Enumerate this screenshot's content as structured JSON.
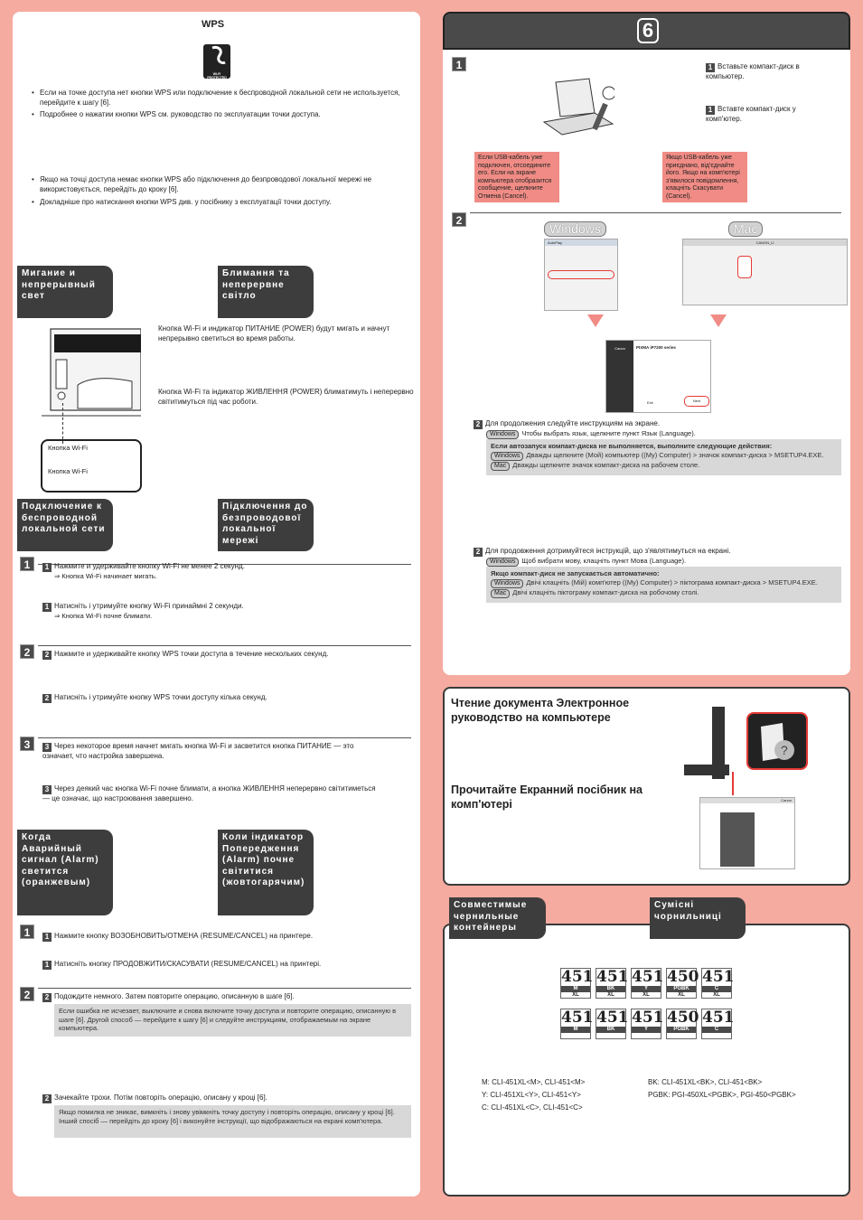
{
  "wps": {
    "title": "WPS",
    "logo_text": "WI-FI PROTECTED SETUP",
    "ru_bullets": [
      "Если на точке доступа нет кнопки WPS или подключение к беспроводной локальной сети не используется, перейдите к шагу [6].",
      "Подробнее о нажатии кнопки WPS см. руководство по эксплуатации точки доступа."
    ],
    "uk_bullets": [
      "Якщо на точці доступа немає кнопки WPS або підключення до безпроводової локальної мережі не використовується, перейдіть до кроку [6].",
      "Докладніше про натискання кнопки WPS див. у посібнику з експлуатації точки доступу."
    ]
  },
  "blink": {
    "tag_ru": "Мигание и непрерывный свет",
    "tag_uk": "Блимання та неперервне світло",
    "text_ru": "Кнопка Wi-Fi и индикатор ПИТАНИЕ (POWER) будут мигать и начнут непрерывно светиться во время работы.",
    "text_uk": "Кнопка Wi-Fi та індикатор ЖИВЛЕННЯ (POWER) блиматимуть і неперервно світитимуться під час роботи.",
    "label_ru": "Кнопка Wi-Fi",
    "label_uk": "Кнопка Wi-Fi"
  },
  "connect": {
    "tag_ru": "Подключение к беспроводной локальной сети",
    "tag_uk": "Підключення до безпроводової локальної мережі",
    "s1_ru": "Нажмите и удерживайте кнопку Wi-Fi не менее 2 секунд.",
    "s1_ru_sub": "Кнопка Wi-Fi начинает мигать.",
    "s1_uk": "Натисніть і утримуйте кнопку Wi-Fi принаймні 2 секунди.",
    "s1_uk_sub": "Кнопка Wi-Fi почне блимати.",
    "s2_ru": "Нажмите и удерживайте кнопку WPS точки доступа в течение нескольких секунд.",
    "s2_uk": "Натисніть і утримуйте кнопку WPS точки доступу кілька секунд.",
    "s3_ru": "Через некоторое время начнет мигать кнопка Wi-Fi и засветится кнопка ПИТАНИЕ — это означает, что настройка завершена.",
    "s3_uk": "Через деякий час кнопка Wi-Fi почне блимати, а кнопка ЖИВЛЕННЯ неперервно світитиметься — це означає, що настроювання завершено."
  },
  "alarm": {
    "tag_ru": "Когда Аварийный сигнал (Alarm) светится (оранжевым)",
    "tag_uk": "Коли індикатор Попередження (Alarm) почне світитися (жовтогарячим)",
    "s1_ru": "Нажмите кнопку ВОЗОБНОВИТЬ/ОТМЕНА (RESUME/CANCEL) на принтере.",
    "s1_uk": "Натисніть кнопку ПРОДОВЖИТИ/СКАСУВАТИ (RESUME/CANCEL) на принтері.",
    "s2_ru": "Подождите немного. Затем повторите операцию, описанную в шаге [6].",
    "s2_ru_note": "Если ошибка не исчезает, выключите и снова включите точку доступа и повторите операцию, описанную в шаге [6]. Другой способ — перейдите к шагу [6] и следуйте инструкциям, отображаемым на экране компьютера.",
    "s2_uk": "Зачекайте трохи. Потім повторіть операцію, описану у кроці [6].",
    "s2_uk_note": "Якщо помилка не зникає, вимкніть і знову увімкніть точку доступу і повторіть операцію, описану у кроці [6]. Інший спосіб — перейдіть до кроку [6] і виконуйте інструкції, що відображаються на екрані комп'ютера."
  },
  "step6": {
    "number": "6",
    "s1_ru": "Вставьте компакт-диск в компьютер.",
    "s1_uk": "Вставте компакт-диск у комп'ютер.",
    "usb_ru": "Если USB-кабель уже подключен, отсоедините его. Если на экране компьютера отобразится сообщение, щелкните Отмена (Cancel).",
    "usb_uk": "Якщо USB-кабель уже приєднано, від'єднайте його. Якщо на комп'ютері з'явилося повідомлення, клацніть Скасувати (Cancel).",
    "windows": "Windows",
    "mac": "Mac",
    "s2_ru": "Для продолжения следуйте инструкциям на экране.",
    "s2_ru_win": "Чтобы выбрать язык, щелкните пункт Язык (Language).",
    "s2_ru_box_title": "Если автозапуск компакт-диска не выполняется, выполните следующие действия:",
    "s2_ru_box_win": "Дважды щелкните (Мой) компьютер ((My) Computer) > значок компакт-диска > MSETUP4.EXE.",
    "s2_ru_box_mac": "Дважды щелкните значок компакт-диска на рабочем столе.",
    "s2_uk": "Для продовження дотримуйтеся інструкцій, що з'являтимуться на екрані.",
    "s2_uk_win": "Щоб вибрати мову, клацніть пункт Мова (Language).",
    "s2_uk_box_title": "Якщо компакт-диск не запускається автоматично:",
    "s2_uk_box_win": "Двічі клацніть (Мій) комп'ютер ((My) Computer) > піктограма компакт-диска > MSETUP4.EXE.",
    "s2_uk_box_mac": "Двічі клацніть піктограму компакт-диска на робочому столі."
  },
  "manual": {
    "title_ru": "Чтение документа Электронное руководство на компьютере",
    "title_uk": "Прочитайте Екранний посібник на комп'ютері"
  },
  "inks": {
    "tag_ru": "Совместимые чернильные контейнеры",
    "tag_uk": "Сумісні чорнильниці",
    "row1": [
      {
        "num": "451",
        "color": "M",
        "xl": "XL"
      },
      {
        "num": "451",
        "color": "BK",
        "xl": "XL"
      },
      {
        "num": "451",
        "color": "Y",
        "xl": "XL"
      },
      {
        "num": "450",
        "color": "PGBK",
        "xl": "XL"
      },
      {
        "num": "451",
        "color": "C",
        "xl": "XL"
      }
    ],
    "row2": [
      {
        "num": "451",
        "color": "M"
      },
      {
        "num": "451",
        "color": "BK"
      },
      {
        "num": "451",
        "color": "Y"
      },
      {
        "num": "450",
        "color": "PGBK"
      },
      {
        "num": "451",
        "color": "C"
      }
    ],
    "codes_left": [
      "M: CLI-451XL<M>, CLI-451<M>",
      "Y: CLI-451XL<Y>, CLI-451<Y>",
      "C: CLI-451XL<C>, CLI-451<C>"
    ],
    "codes_right": [
      "BK: CLI-451XL<BK>, CLI-451<BK>",
      "PGBK: PGI-450XL<PGBK>, PGI-450<PGBK>"
    ]
  },
  "screens": {
    "win_title": "AutoPlay",
    "mac_title": "CANON_IJ",
    "setup_title": "PIXMA iP7200 series",
    "canon": "Canon",
    "exit": "Exit",
    "next": "Next",
    "manual_title": "Canon"
  }
}
